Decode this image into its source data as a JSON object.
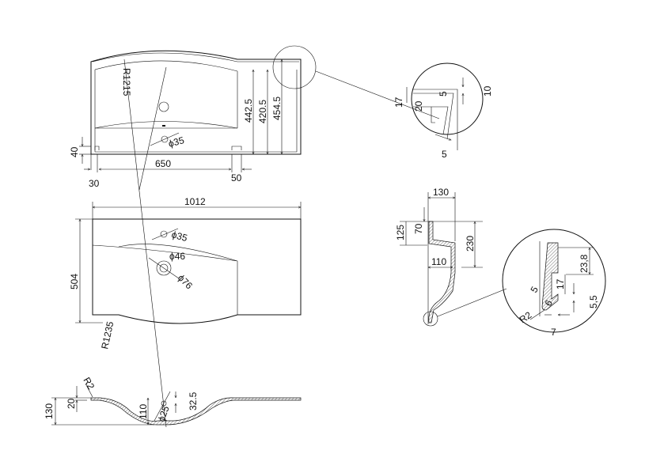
{
  "top_view": {
    "radius": "R1215",
    "hole": "ϕ35",
    "height_a": "442.5",
    "height_b": "420.5",
    "height_c": "454.5",
    "rim": "40",
    "width": "650",
    "left_offset": "30",
    "right_offset": "50"
  },
  "detail_top": {
    "d17": "17",
    "d20": "20",
    "d5a": "5",
    "d10": "10",
    "d5b": "5"
  },
  "plan_view": {
    "width": "1012",
    "depth": "504",
    "hole": "ϕ35",
    "drain_inner": "ϕ46",
    "drain_outer": "ϕ76",
    "radius": "R1235"
  },
  "side_profile": {
    "w130": "130",
    "h125": "125",
    "h70": "70",
    "h230": "230",
    "w110": "110"
  },
  "detail_bottom": {
    "r2": "R2",
    "d5": "5",
    "d6": "6",
    "d17": "17",
    "d23_8": "23,8",
    "d5_5": "5,5",
    "d7": "7"
  },
  "section_view": {
    "r2": "R2",
    "h130": "130",
    "h20": "20",
    "h110": "110",
    "hole": "ϕ25",
    "h32_5": "32.5"
  }
}
